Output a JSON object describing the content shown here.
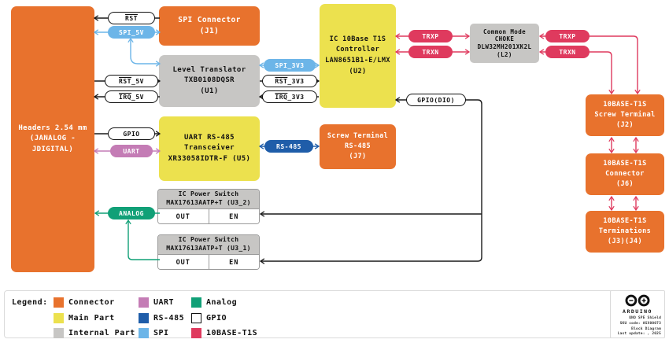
{
  "colors": {
    "connector_orange": "#E8722D",
    "main_part_yellow": "#ECE14E",
    "internal_part_gray": "#C7C6C4",
    "uart_pink": "#C47CB5",
    "rs485_blue": "#1F5DA9",
    "spi_lightblue": "#6CB5E8",
    "analog_green": "#11A077",
    "gpio_white": "#FFFFFF",
    "t1s_crimson": "#DF3A5E"
  },
  "blocks": {
    "headers": {
      "lines": [
        "Headers 2.54 mm",
        "(JANALOG - JDIGITAL)"
      ]
    },
    "spi_connector": {
      "lines": [
        "SPI Connector",
        "(J1)"
      ]
    },
    "level_translator": {
      "lines": [
        "Level Translator",
        "TXB0108DQSR",
        "(U1)"
      ]
    },
    "uart_transceiver": {
      "lines": [
        "UART RS-485",
        "Transceiver",
        "XR33058IDTR-F (U5)"
      ]
    },
    "t1s_controller": {
      "lines": [
        "IC 10Base T1S",
        "Controller",
        "LAN8651B1-E/LMX",
        "(U2)"
      ]
    },
    "rs485_screw_terminal": {
      "lines": [
        "Screw Terminal",
        "RS-485",
        "(J7)"
      ]
    },
    "choke": {
      "lines": [
        "Common Mode",
        "CHOKE",
        "DLW32MH201XK2L",
        "(L2)"
      ]
    },
    "t1s_screw_terminal": {
      "lines": [
        "10BASE-T1S",
        "Screw Terminal",
        "(J2)"
      ]
    },
    "t1s_connector": {
      "lines": [
        "10BASE-T1S",
        "Connector",
        "(J6)"
      ]
    },
    "t1s_terminations": {
      "lines": [
        "10BASE-T1S",
        "Terminations",
        "(J3)(J4)"
      ]
    },
    "power_switch_2": {
      "lines": [
        "IC Power Switch",
        "MAX17613AATP+T (U3_2)"
      ],
      "out": "OUT",
      "en": "EN"
    },
    "power_switch_1": {
      "lines": [
        "IC Power Switch",
        "MAX17613AATP+T (U3_1)"
      ],
      "out": "OUT",
      "en": "EN"
    }
  },
  "pills": {
    "rst": {
      "overline": "RST",
      "label": ""
    },
    "spi_5v": {
      "label": "SPI_5V"
    },
    "rst_5v": {
      "overline": "RST",
      "label": "_5V"
    },
    "irq_5v": {
      "overline": "IRQ",
      "label": "_5V"
    },
    "gpio": {
      "label": "GPIO"
    },
    "uart": {
      "label": "UART"
    },
    "analog": {
      "label": "ANALOG"
    },
    "spi_3v3": {
      "label": "SPI_3V3"
    },
    "rst_3v3": {
      "overline": "RST",
      "label": "_3V3"
    },
    "irq_3v3": {
      "overline": "IRQ",
      "label": "_3V3"
    },
    "trxp_left": {
      "label": "TRXP"
    },
    "trxn_left": {
      "label": "TRXN"
    },
    "trxp_right": {
      "label": "TRXP"
    },
    "trxn_right": {
      "label": "TRXN"
    },
    "gpio_dio": {
      "label": "GPIO(DIO)"
    },
    "rs485": {
      "label": "RS-485"
    }
  },
  "legend": {
    "title": "Legend:",
    "items": [
      {
        "label": "Connector"
      },
      {
        "label": "Main Part"
      },
      {
        "label": "Internal Part"
      },
      {
        "label": "UART"
      },
      {
        "label": "RS-485"
      },
      {
        "label": "SPI"
      },
      {
        "label": "Analog"
      },
      {
        "label": "GPIO"
      },
      {
        "label": "10BASE-T1S"
      }
    ]
  },
  "stamp": {
    "brand": "ARDUINO",
    "lines": [
      "UNO SPE Shield",
      "SKU code: ASX00073",
      "Block Diagram",
      "Last update: , 2025"
    ]
  }
}
